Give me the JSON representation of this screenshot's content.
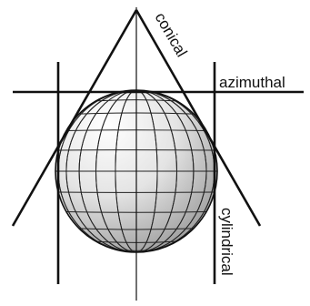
{
  "labels": {
    "conical": "conical",
    "azimuthal": "azimuthal",
    "cylindrical": "cylindrical"
  },
  "colors": {
    "ink": "#111111",
    "globe_fill": "#d8d8d8",
    "globe_highlight": "#ffffff"
  }
}
